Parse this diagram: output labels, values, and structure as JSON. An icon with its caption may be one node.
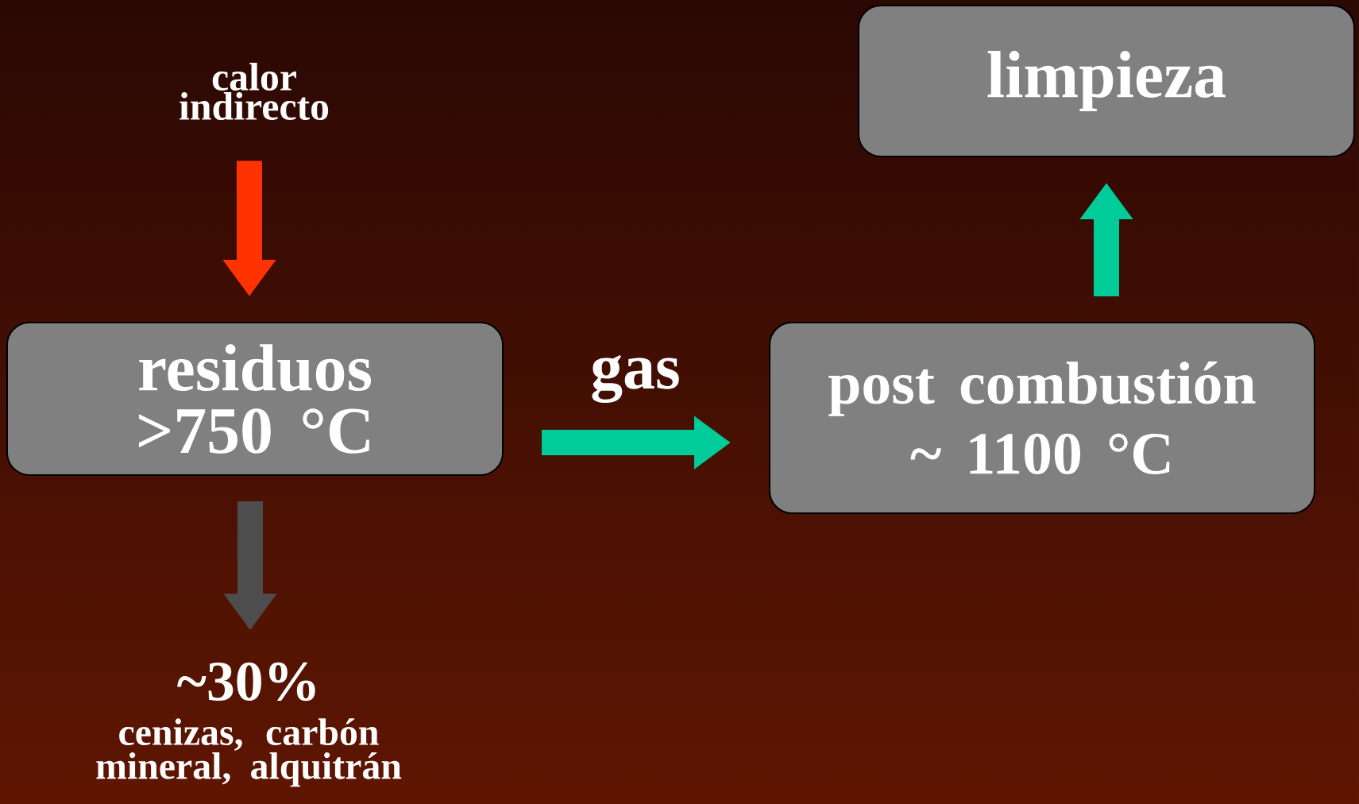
{
  "diagram": {
    "nodes": [
      {
        "text": [
          "calor indirecto"
        ]
      },
      {
        "text": [
          "residuos",
          ">750 °C"
        ]
      },
      {
        "text": [
          "post combustión",
          "~ 1100 °C"
        ]
      },
      {
        "text": [
          "limpieza"
        ]
      },
      {
        "text": [
          "~30%",
          "cenizas, carbón mineral, alquitrán"
        ]
      }
    ],
    "edges": [
      {
        "from": 0,
        "to": 1,
        "arrow": "to",
        "color": "#ff3300"
      },
      {
        "from": 1,
        "to": 2,
        "arrow": "to",
        "label": "gas"
      },
      {
        "from": 2,
        "to": 3,
        "arrow": "to"
      },
      {
        "from": 1,
        "to": 4,
        "arrow": "to",
        "color": "#4d4d4d"
      }
    ]
  }
}
